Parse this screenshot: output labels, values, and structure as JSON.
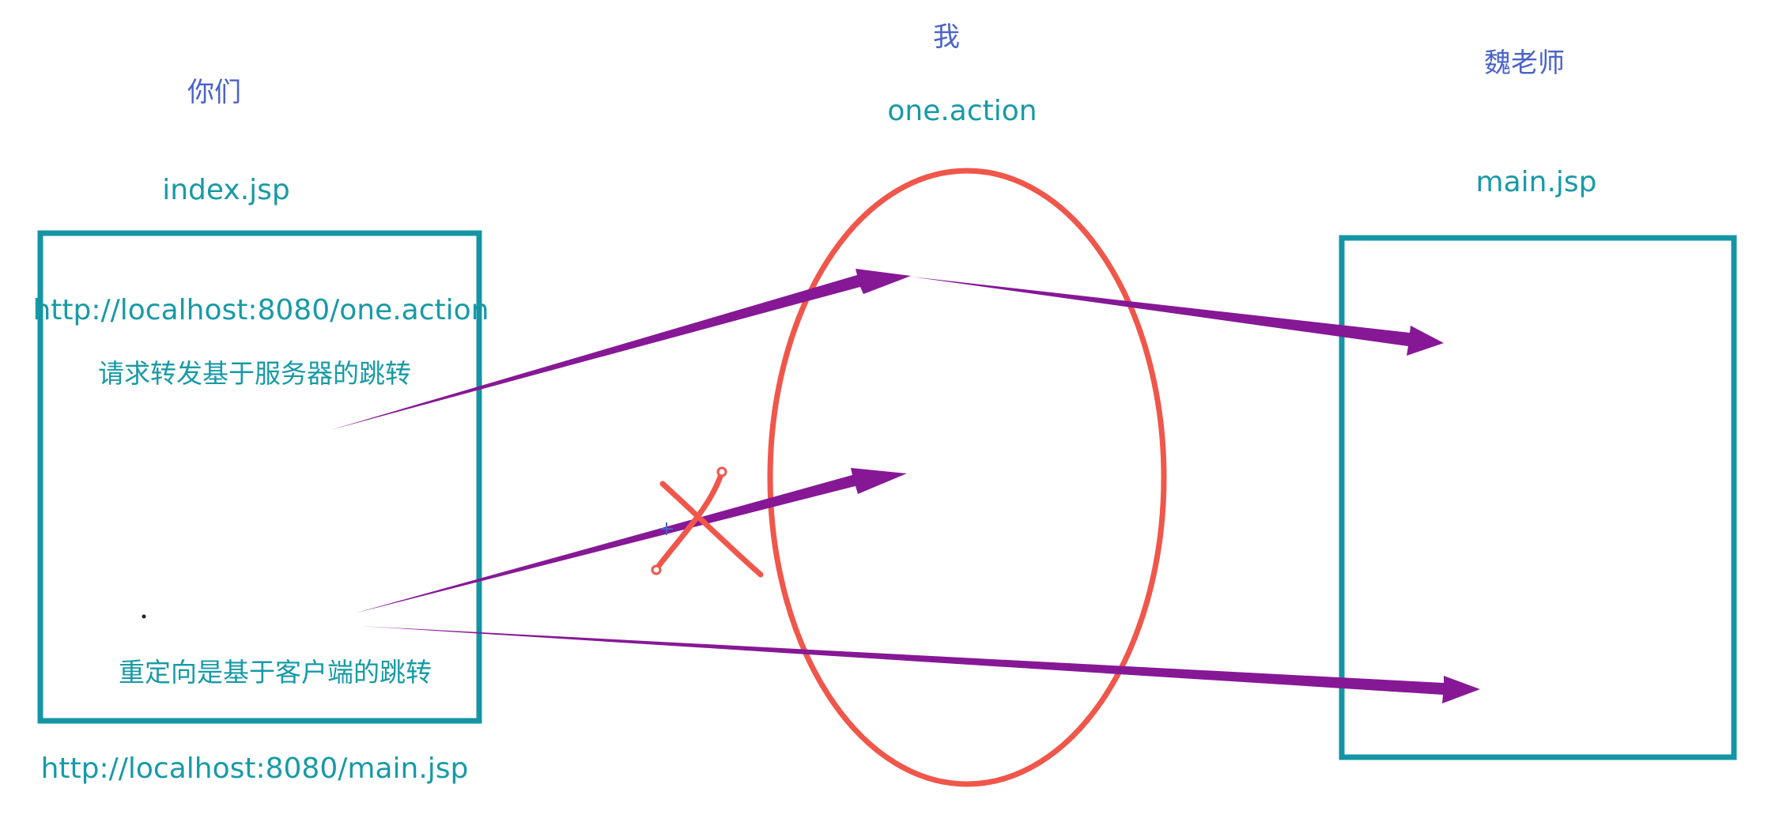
{
  "colors": {
    "actor": "#4a63c9",
    "text": "#179aa6",
    "box": "#1595a4",
    "ellipse": "#f0564a",
    "arrow": "#861896",
    "cross": "#f0564a"
  },
  "you": {
    "label": "你们",
    "file": "index.jsp",
    "url_forward": "http://localhost:8080/one.action",
    "forward_note": "请求转发基于服务器的跳转",
    "redirect_note": "重定向是基于客户端的跳转",
    "url_redirect": "http://localhost:8080/main.jsp"
  },
  "me": {
    "label": "我",
    "file": "one.action"
  },
  "teacher": {
    "label": "魏老师",
    "file": "main.jsp"
  }
}
